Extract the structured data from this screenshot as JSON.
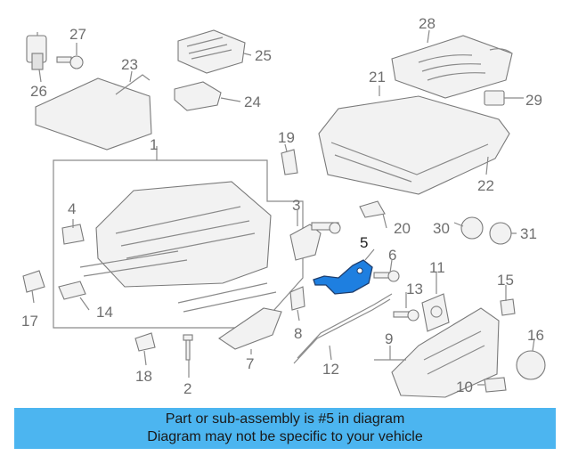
{
  "callouts": [
    "1",
    "2",
    "3",
    "4",
    "5",
    "6",
    "7",
    "8",
    "9",
    "10",
    "11",
    "12",
    "13",
    "14",
    "15",
    "16",
    "17",
    "18",
    "19",
    "20",
    "21",
    "22",
    "23",
    "24",
    "25",
    "26",
    "27",
    "28",
    "29",
    "30",
    "31"
  ],
  "highlight_part": "5",
  "colors": {
    "highlight": "#1e7fe0",
    "banner": "#4cb5f0",
    "line": "#8a8a8a"
  },
  "banner": {
    "line1": "Part or sub-assembly is #5 in diagram",
    "line2": "Diagram may not be specific to your vehicle"
  }
}
